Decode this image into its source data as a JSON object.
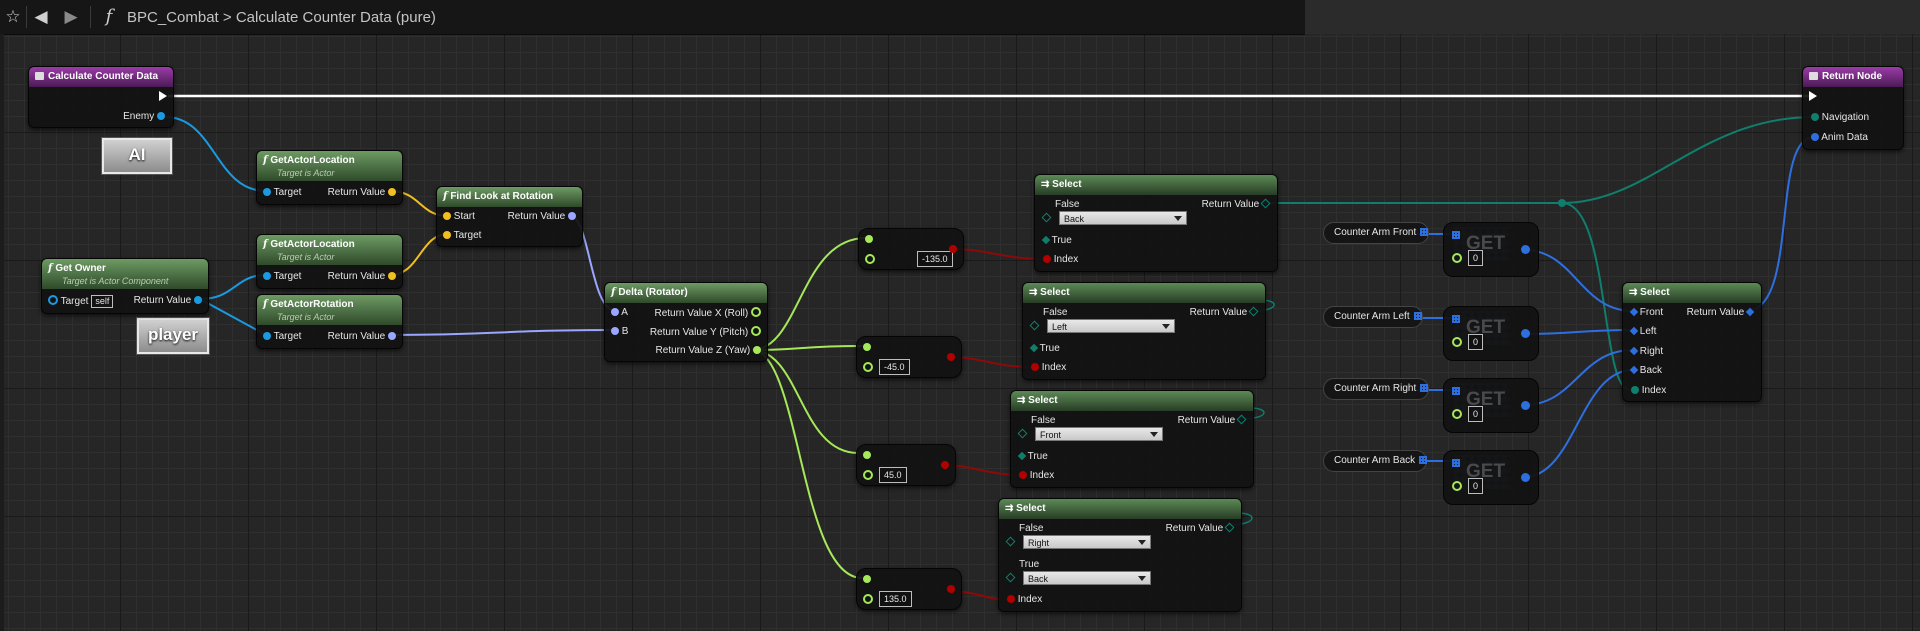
{
  "toolbar": {
    "class_name": "BPC_Combat",
    "separator": ">",
    "graph_name": "Calculate Counter Data (pure)",
    "function_glyph": "f"
  },
  "comments": {
    "ai": "AI",
    "player": "player"
  },
  "entry_node": {
    "title": "Calculate Counter Data",
    "pin_enemy": "Enemy"
  },
  "return_node": {
    "title": "Return Node",
    "pin_navigation": "Navigation",
    "pin_anim_data": "Anim Data"
  },
  "get_owner": {
    "title": "Get Owner",
    "subtitle": "Target is Actor Component",
    "pin_target": "Target",
    "self_label": "self",
    "pin_return": "Return Value"
  },
  "get_actor_location_1": {
    "title": "GetActorLocation",
    "subtitle": "Target is Actor",
    "pin_target": "Target",
    "pin_return": "Return Value"
  },
  "get_actor_location_2": {
    "title": "GetActorLocation",
    "subtitle": "Target is Actor",
    "pin_target": "Target",
    "pin_return": "Return Value"
  },
  "get_actor_rotation": {
    "title": "GetActorRotation",
    "subtitle": "Target is Actor",
    "pin_target": "Target",
    "pin_return": "Return Value"
  },
  "find_look_at": {
    "title": "Find Look at Rotation",
    "pin_start": "Start",
    "pin_target": "Target",
    "pin_return": "Return Value"
  },
  "delta_rotator": {
    "title": "Delta (Rotator)",
    "pin_a": "A",
    "pin_b": "B",
    "pin_roll": "Return Value X (Roll)",
    "pin_pitch": "Return Value Y (Pitch)",
    "pin_yaw": "Return Value Z (Yaw)"
  },
  "compares": [
    {
      "value": "-135.0"
    },
    {
      "value": "-45.0"
    },
    {
      "value": "45.0"
    },
    {
      "value": "135.0"
    }
  ],
  "selects": [
    {
      "title": "Select",
      "pin_false": "False",
      "false_value": "Back",
      "pin_true": "True",
      "pin_index": "Index",
      "pin_return": "Return Value"
    },
    {
      "title": "Select",
      "pin_false": "False",
      "false_value": "Left",
      "pin_true": "True",
      "pin_index": "Index",
      "pin_return": "Return Value"
    },
    {
      "title": "Select",
      "pin_false": "False",
      "false_value": "Front",
      "pin_true": "True",
      "pin_index": "Index",
      "pin_return": "Return Value"
    },
    {
      "title": "Select",
      "pin_false": "False",
      "false_value": "Right",
      "pin_true": "True",
      "true_value": "Back",
      "pin_index": "Index",
      "pin_return": "Return Value"
    }
  ],
  "variables": [
    {
      "name": "Counter Arm Front"
    },
    {
      "name": "Counter Arm Left"
    },
    {
      "name": "Counter Arm Right"
    },
    {
      "name": "Counter Arm Back"
    }
  ],
  "get_nodes": [
    {
      "label": "GET",
      "index": "0"
    },
    {
      "label": "GET",
      "index": "0"
    },
    {
      "label": "GET",
      "index": "0"
    },
    {
      "label": "GET",
      "index": "0"
    }
  ],
  "final_select": {
    "title": "Select",
    "pin_front": "Front",
    "pin_left": "Left",
    "pin_right": "Right",
    "pin_back": "Back",
    "pin_index": "Index",
    "pin_return": "Return Value"
  },
  "colors": {
    "exec": "#ffffff",
    "object": "#1a9ae0",
    "vector": "#f0c020",
    "rotator": "#9aa6ff",
    "float": "#a6e85a",
    "bool": "#b00000",
    "enum": "#0f7e6c",
    "struct": "#2e6fe0"
  }
}
